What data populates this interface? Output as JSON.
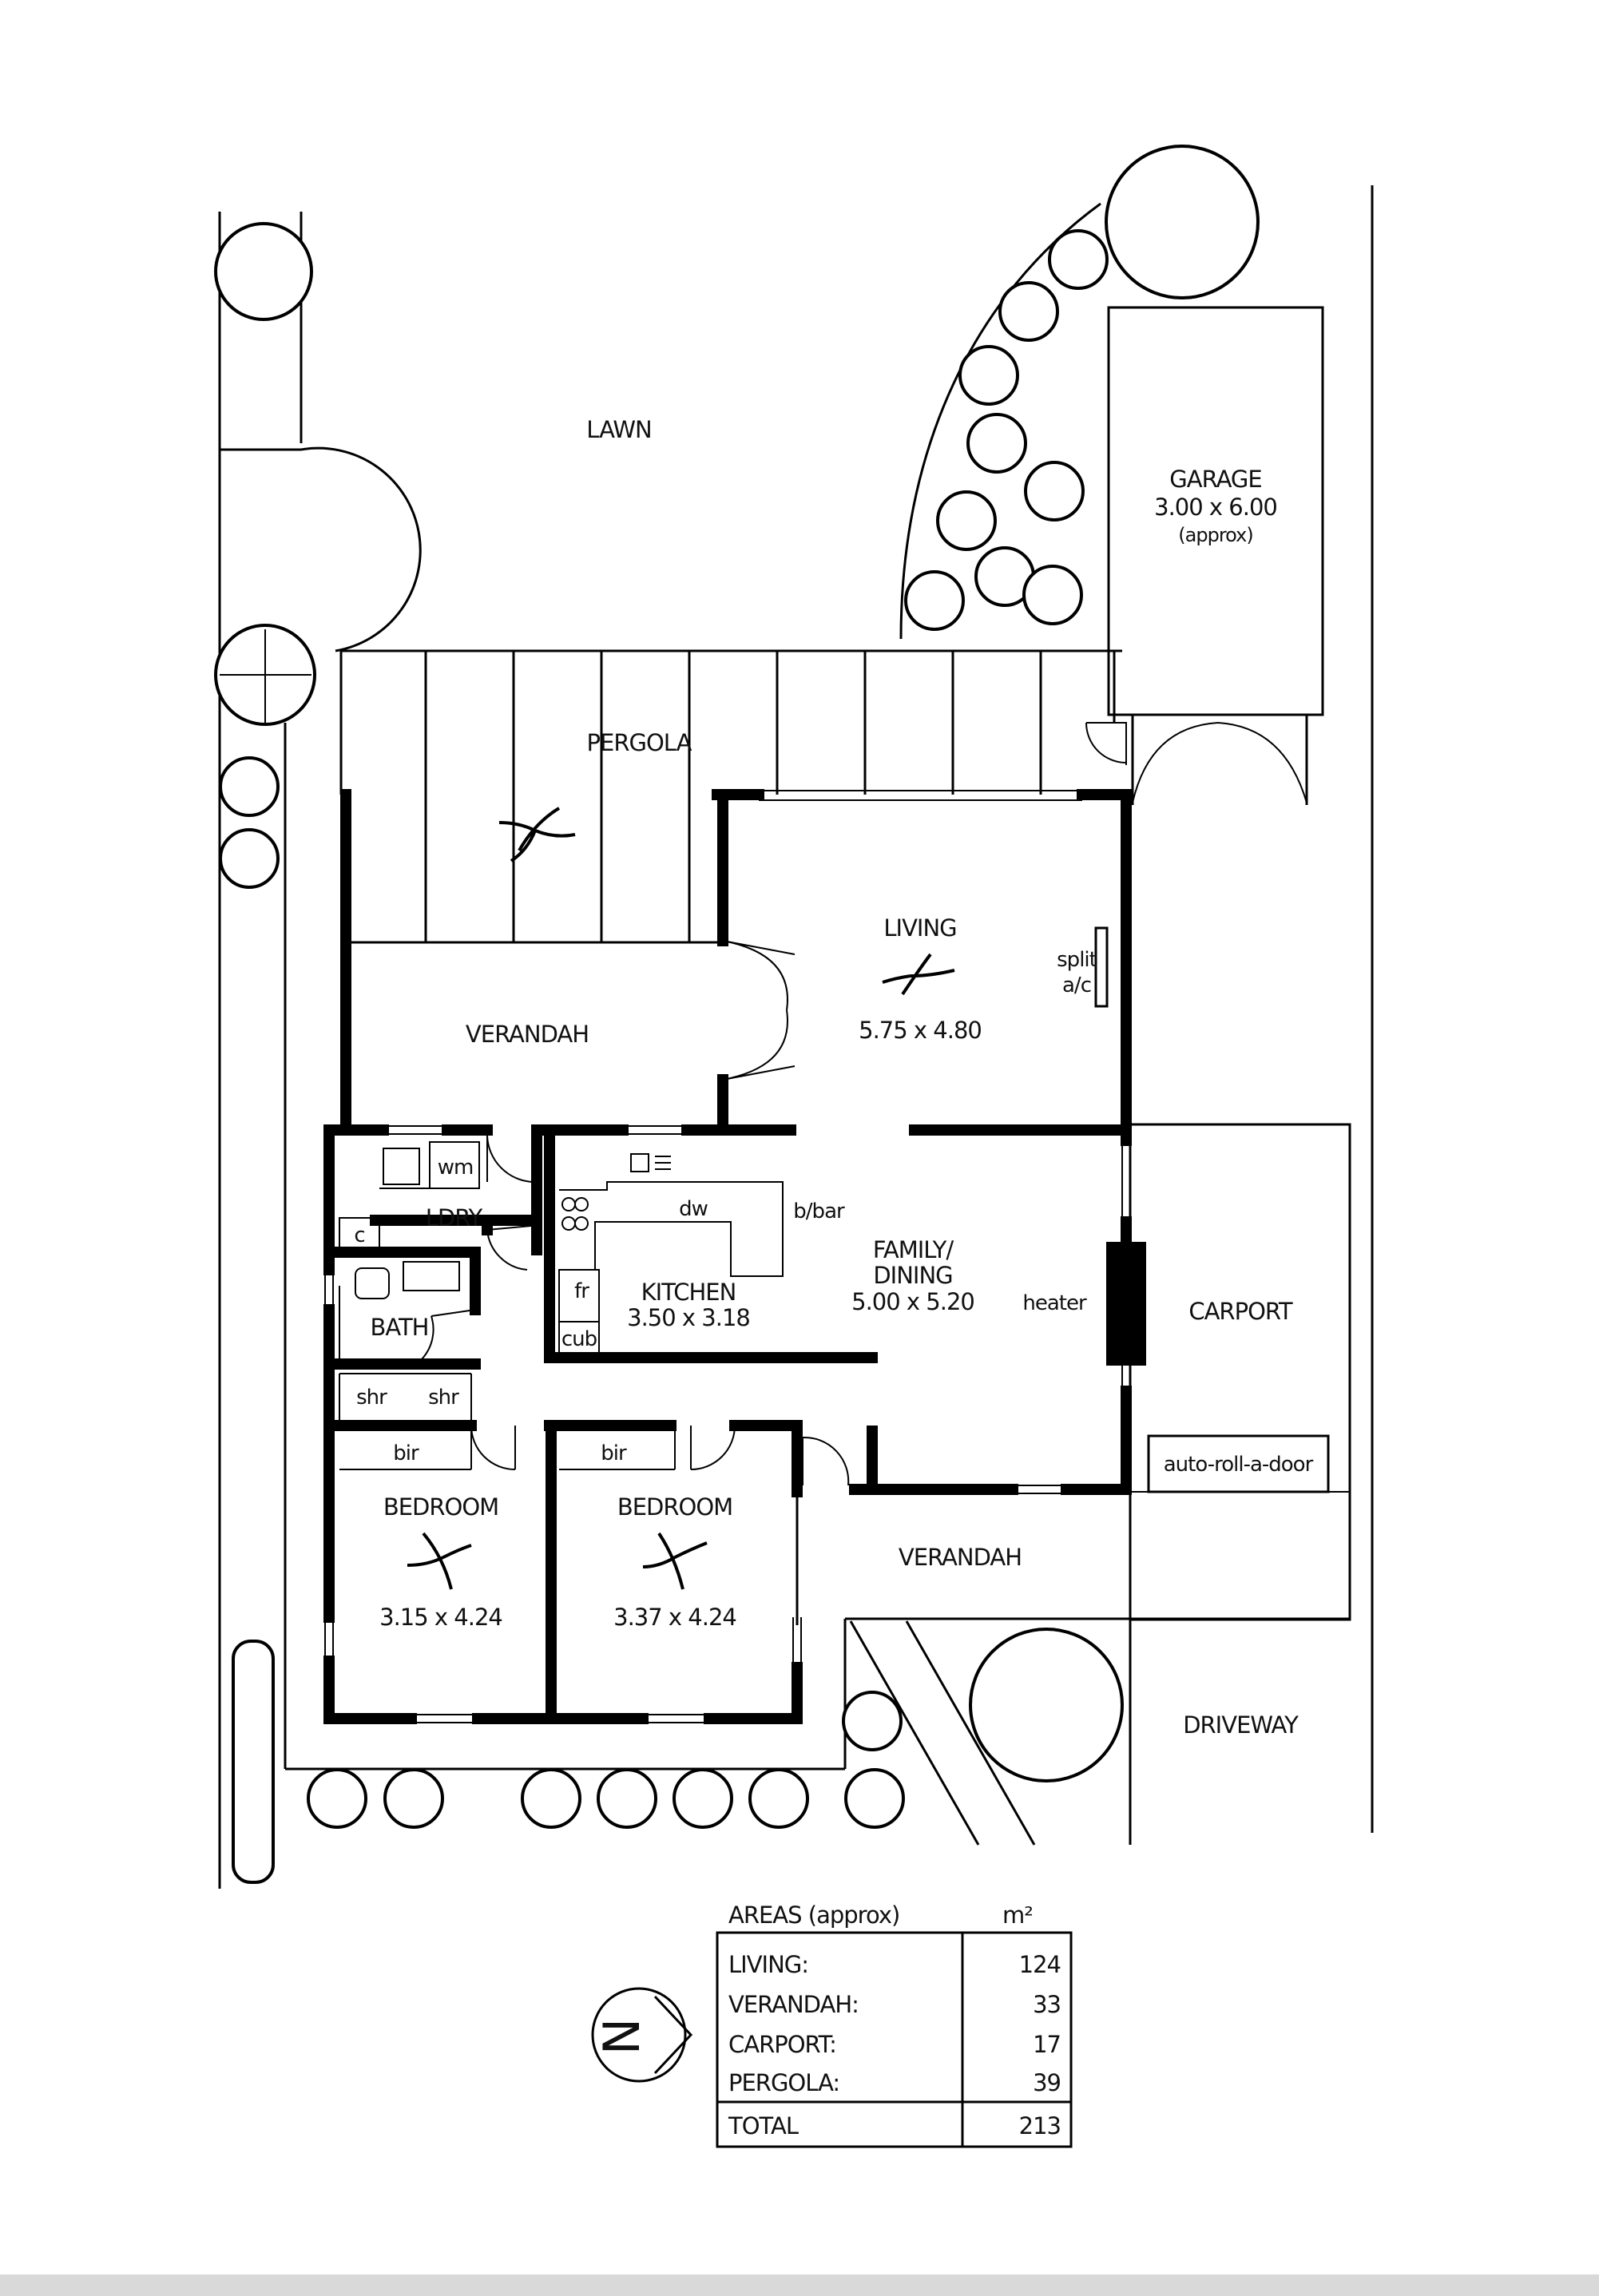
{
  "plan": {
    "labels": {
      "lawn": "LAWN",
      "pergola": "PERGOLA",
      "garage": "GARAGE",
      "garage_size": "3.00 x 6.00",
      "garage_approx": "(approx)",
      "living": "LIVING",
      "living_size": "5.75 x 4.80",
      "split_ac_1": "split",
      "split_ac_2": "a/c",
      "verandah_west": "VERANDAH",
      "wm": "wm",
      "ldry": "LDRY",
      "c": "c",
      "dw": "dw",
      "bbar": "b/bar",
      "family_1": "FAMILY/",
      "family_2": "DINING",
      "family_size": "5.00 x 5.20",
      "heater": "heater",
      "carport": "CARPORT",
      "kitchen": "KITCHEN",
      "kitchen_size": "3.50 x 3.18",
      "fr": "fr",
      "cub": "cub",
      "bath": "BATH",
      "shr_1": "shr",
      "shr_2": "shr",
      "bir_1": "bir",
      "bir_2": "bir",
      "auto_door": "auto-roll-a-door",
      "bedroom_1": "BEDROOM",
      "bedroom_1_size": "3.15 x 4.24",
      "bedroom_2": "BEDROOM",
      "bedroom_2_size": "3.37 x 4.24",
      "verandah_south": "VERANDAH",
      "driveway": "DRIVEWAY"
    },
    "north_arrow": "N",
    "areas": {
      "title": "AREAS (approx)",
      "unit": "m²",
      "rows": [
        {
          "label": "LIVING:",
          "value": "124"
        },
        {
          "label": "VERANDAH:",
          "value": "33"
        },
        {
          "label": "CARPORT:",
          "value": "17"
        },
        {
          "label": "PERGOLA:",
          "value": "39"
        }
      ],
      "total_label": "TOTAL",
      "total_value": "213"
    }
  }
}
